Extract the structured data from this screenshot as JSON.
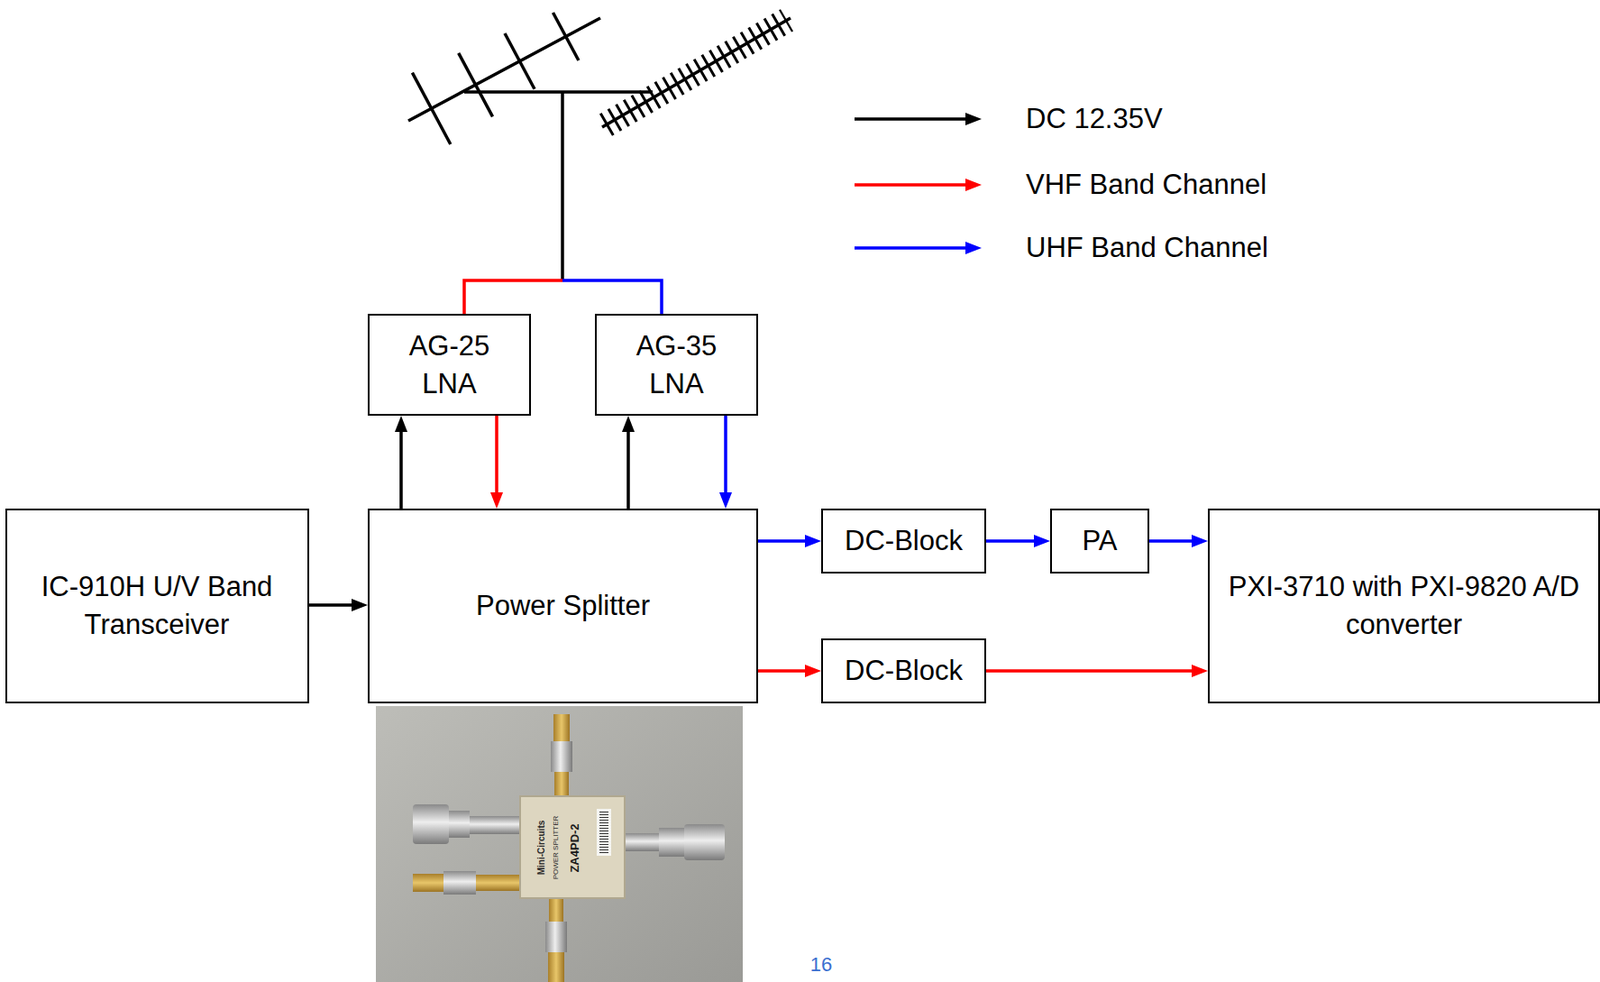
{
  "diagram": {
    "nodes": [
      {
        "text": [
          "AG-25 LNA"
        ]
      },
      {
        "text": [
          "AG-35 LNA"
        ]
      },
      {
        "text": [
          "IC-910H U/V Band Transceiver"
        ]
      },
      {
        "text": [
          "Power Splitter"
        ]
      },
      {
        "text": [
          "DC-Block"
        ]
      },
      {
        "text": [
          "PA"
        ]
      },
      {
        "text": [
          "PXI-3710 with PXI-9820 A/D converter"
        ]
      },
      {
        "text": [
          "DC-Block"
        ]
      }
    ],
    "edges": [
      {
        "from": 3,
        "to": 0,
        "arrow": "to"
      },
      {
        "from": 0,
        "to": 3,
        "arrow": "to"
      },
      {
        "from": 3,
        "to": 1,
        "arrow": "to"
      },
      {
        "from": 1,
        "to": 3,
        "arrow": "to"
      },
      {
        "from": 2,
        "to": 3,
        "arrow": "to"
      },
      {
        "from": 3,
        "to": 4,
        "arrow": "to"
      },
      {
        "from": 4,
        "to": 5,
        "arrow": "to"
      },
      {
        "from": 5,
        "to": 6,
        "arrow": "to"
      },
      {
        "from": 3,
        "to": 7,
        "arrow": "to"
      },
      {
        "from": 7,
        "to": 6,
        "arrow": "to"
      }
    ],
    "labels": [
      "16",
      "Mini-Circuits",
      "POWER SPLITTER",
      "ZA4PD-2"
    ],
    "legend": [
      {
        "text": "DC 12.35V",
        "color": "#000000"
      },
      {
        "text": "VHF Band Channel",
        "color": "#ff0000"
      },
      {
        "text": "UHF Band Channel",
        "color": "#0000ff"
      }
    ]
  }
}
